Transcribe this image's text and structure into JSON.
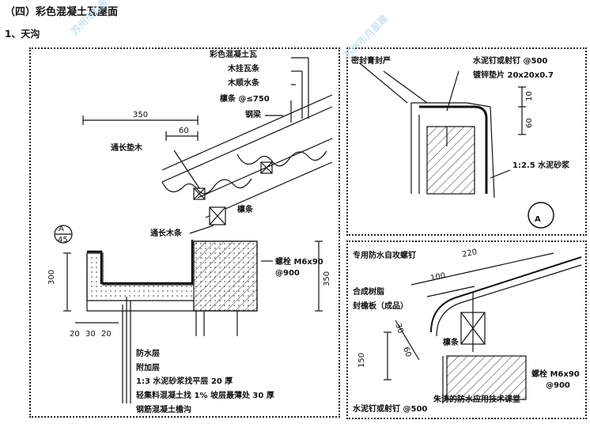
{
  "heading": {
    "section": "（四）彩色混凝土瓦屋面",
    "sub": "1、天沟"
  },
  "main": {
    "layers_top": [
      "彩色混凝土瓦",
      "木挂瓦条",
      "木顺水条",
      "檩条 @≤750",
      "钢梁"
    ],
    "labels": {
      "batten": "通长垫木",
      "purlin": "檩条",
      "long_batten": "通长木条",
      "bolt": "螺栓 M6x90",
      "bolt_spacing": "@900"
    },
    "dims": {
      "d350": "350",
      "d60": "60",
      "d300": "300",
      "d350v": "350",
      "d20": "20",
      "d30": "30",
      "d20b": "20"
    },
    "detail_ref": {
      "letter": "A",
      "number": "45"
    },
    "layers_bottom": [
      "防水层",
      "附加层",
      "1:3 水泥砂浆找平层 20 厚",
      "轻集料混凝土找 1% 坡层最薄处 30 厚",
      "钢筋混凝土檐沟"
    ]
  },
  "detail_a": {
    "labels": {
      "sealant": "密封膏封严",
      "nail": "水泥钉或射钉 @500",
      "washer": "镀锌垫片 20x20x0.7",
      "mortar": "1:2.5 水泥砂浆"
    },
    "dims": {
      "d10": "10",
      "d60": "60"
    },
    "marker": "A"
  },
  "detail_b": {
    "labels": {
      "screw": "专用防水自攻螺钉",
      "board1": "合成树脂",
      "board2": "封檐板（成品）",
      "purlin": "檩条",
      "bolt": "螺栓 M6x90",
      "bolt_spacing": "@900",
      "nail": "水泥钉或射钉 @500"
    },
    "dims": {
      "d220": "220",
      "d100": "100",
      "d30": "30",
      "d60": "60",
      "d150": "150"
    }
  },
  "watermark": {
    "text1": "苏州市月星建",
    "text2": "苏州市月星建",
    "footer": "朱涛的防水应用技术课堂"
  },
  "colors": {
    "line": "#111111",
    "watermark": "#cfe4f2"
  }
}
